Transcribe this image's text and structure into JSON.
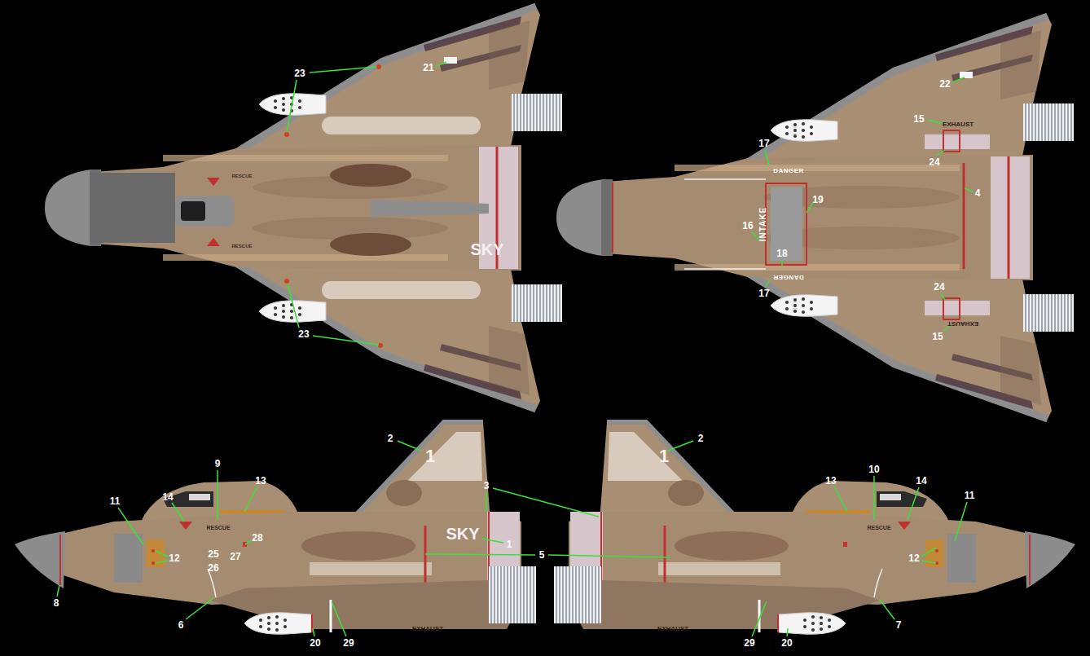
{
  "diagram": {
    "labels": [
      "23",
      "21",
      "22",
      "15",
      "EXHAUST",
      "17",
      "24",
      "DANGER",
      "RESCUE",
      "4",
      "19",
      "INTAKE",
      "16",
      "RESCUE",
      "SKY",
      "18",
      "DANGER",
      "24",
      "17",
      "EXHAUST",
      "23",
      "15",
      "2",
      "2",
      "1",
      "1",
      "9",
      "10",
      "13",
      "13",
      "14",
      "3",
      "11",
      "14",
      "11",
      "RESCUE",
      "RESCUE",
      "SKY",
      "28",
      "1",
      "25",
      "5",
      "27",
      "12",
      "12",
      "26",
      "8",
      "6",
      "7",
      "EXHAUST",
      "EXHAUST",
      "20",
      "29",
      "29",
      "20"
    ]
  }
}
